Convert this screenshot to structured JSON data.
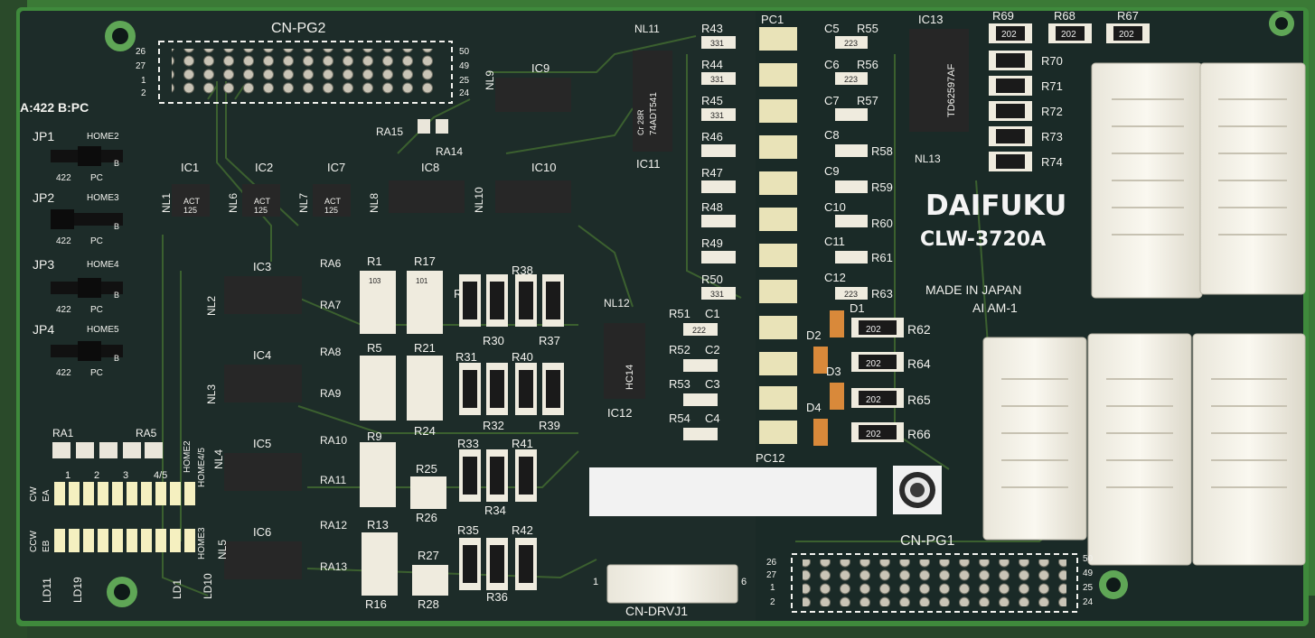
{
  "brand": {
    "name": "DAIFUKU",
    "model": "CLW-3720A",
    "made": "MADE IN JAPAN",
    "ul": "AI AM-1"
  },
  "jumper_header": "A:422 B:PC",
  "connectors": {
    "pg2": "CN-PG2",
    "pg1": "CN-PG1",
    "drv": "CN-DRVJ1",
    "pg2_pins": [
      "26",
      "27",
      "1",
      "2",
      "50",
      "49",
      "25",
      "24"
    ],
    "drv_pins": [
      "1",
      "6"
    ]
  },
  "jumpers": [
    {
      "name": "JP1",
      "home": "HOME2"
    },
    {
      "name": "JP2",
      "home": "HOME3"
    },
    {
      "name": "JP3",
      "home": "HOME4"
    },
    {
      "name": "JP4",
      "home": "HOME5"
    }
  ],
  "jumper_opts": {
    "a": "422",
    "b": "PC",
    "pin": "B"
  },
  "ics": {
    "ic1": "IC1",
    "ic2": "IC2",
    "ic7": "IC7",
    "ic8": "IC8",
    "ic10": "IC10",
    "ic9": "IC9",
    "ic3": "IC3",
    "ic4": "IC4",
    "ic5": "IC5",
    "ic6": "IC6",
    "ic11": "IC11",
    "ic12": "IC12",
    "ic13": "IC13",
    "ic11_mark": [
      "74ADT541",
      "Cr 28R"
    ],
    "ic12_mark": "HC14",
    "ic13_mark": "TD62597AF",
    "act": "ACT",
    "v125": "125"
  },
  "nl": [
    "NL1",
    "NL6",
    "NL7",
    "NL8",
    "NL10",
    "NL9",
    "NL11",
    "NL12",
    "NL13",
    "NL2",
    "NL3",
    "NL4",
    "NL5"
  ],
  "ra": [
    "RA15",
    "RA14",
    "RA6",
    "RA7",
    "RA8",
    "RA9",
    "RA10",
    "RA11",
    "RA12",
    "RA13",
    "RA1",
    "RA5"
  ],
  "resistors_left": {
    "top": [
      "R1",
      "R17",
      "R29",
      "R38",
      "R30",
      "R37"
    ],
    "mid": [
      "R5",
      "R21",
      "R31",
      "R40",
      "R24",
      "R32",
      "R39"
    ],
    "low": [
      "R9",
      "R25",
      "R26",
      "R33",
      "R41",
      "R34"
    ],
    "bot": [
      "R13",
      "R16",
      "R27",
      "R28",
      "R35",
      "R42",
      "R36"
    ]
  },
  "rcol": [
    "R43",
    "R44",
    "R45",
    "R46",
    "R47",
    "R48",
    "R49",
    "R50"
  ],
  "rcol2": [
    {
      "r": "R51",
      "c": "C1"
    },
    {
      "r": "R52",
      "c": "C2"
    },
    {
      "r": "R53",
      "c": "C3"
    },
    {
      "r": "R54",
      "c": "C4"
    }
  ],
  "pc": [
    "PC1",
    "PC12"
  ],
  "cap_col": [
    "C5",
    "C6",
    "C7",
    "C8",
    "C9",
    "C10",
    "C11",
    "C12"
  ],
  "rcol3": [
    "R55",
    "R56",
    "R57",
    "R58",
    "R59",
    "R60",
    "R61",
    "R63"
  ],
  "diodes": [
    "D1",
    "D2",
    "D3",
    "D4"
  ],
  "rcol4": [
    "R62",
    "R64",
    "R65",
    "R66"
  ],
  "r_top": [
    "R69",
    "R68",
    "R67"
  ],
  "r_right": [
    "R70",
    "R71",
    "R72",
    "R73",
    "R74"
  ],
  "leds": {
    "cw": "CW",
    "ea": "EA",
    "ccw": "CCW",
    "eb": "EB",
    "home2": "HOME2",
    "home45": "HOME4/5",
    "home3": "HOME3",
    "nums": [
      "1",
      "2",
      "3",
      "4/5"
    ],
    "ld11": "LD11",
    "ld19": "LD19",
    "ld1": "LD1",
    "ld10": "LD10"
  },
  "codes": {
    "r331": "331",
    "r101": "101",
    "r202": "202",
    "r223": "223",
    "r103": "103",
    "r222": "222"
  },
  "colors": {
    "pcb": "#1c2c28",
    "edge": "#3f8a3c",
    "silk": "#f2f2ee",
    "trace": "#3d5e2c",
    "chip": "#2a2a2a",
    "ivory": "#f1eee3"
  }
}
